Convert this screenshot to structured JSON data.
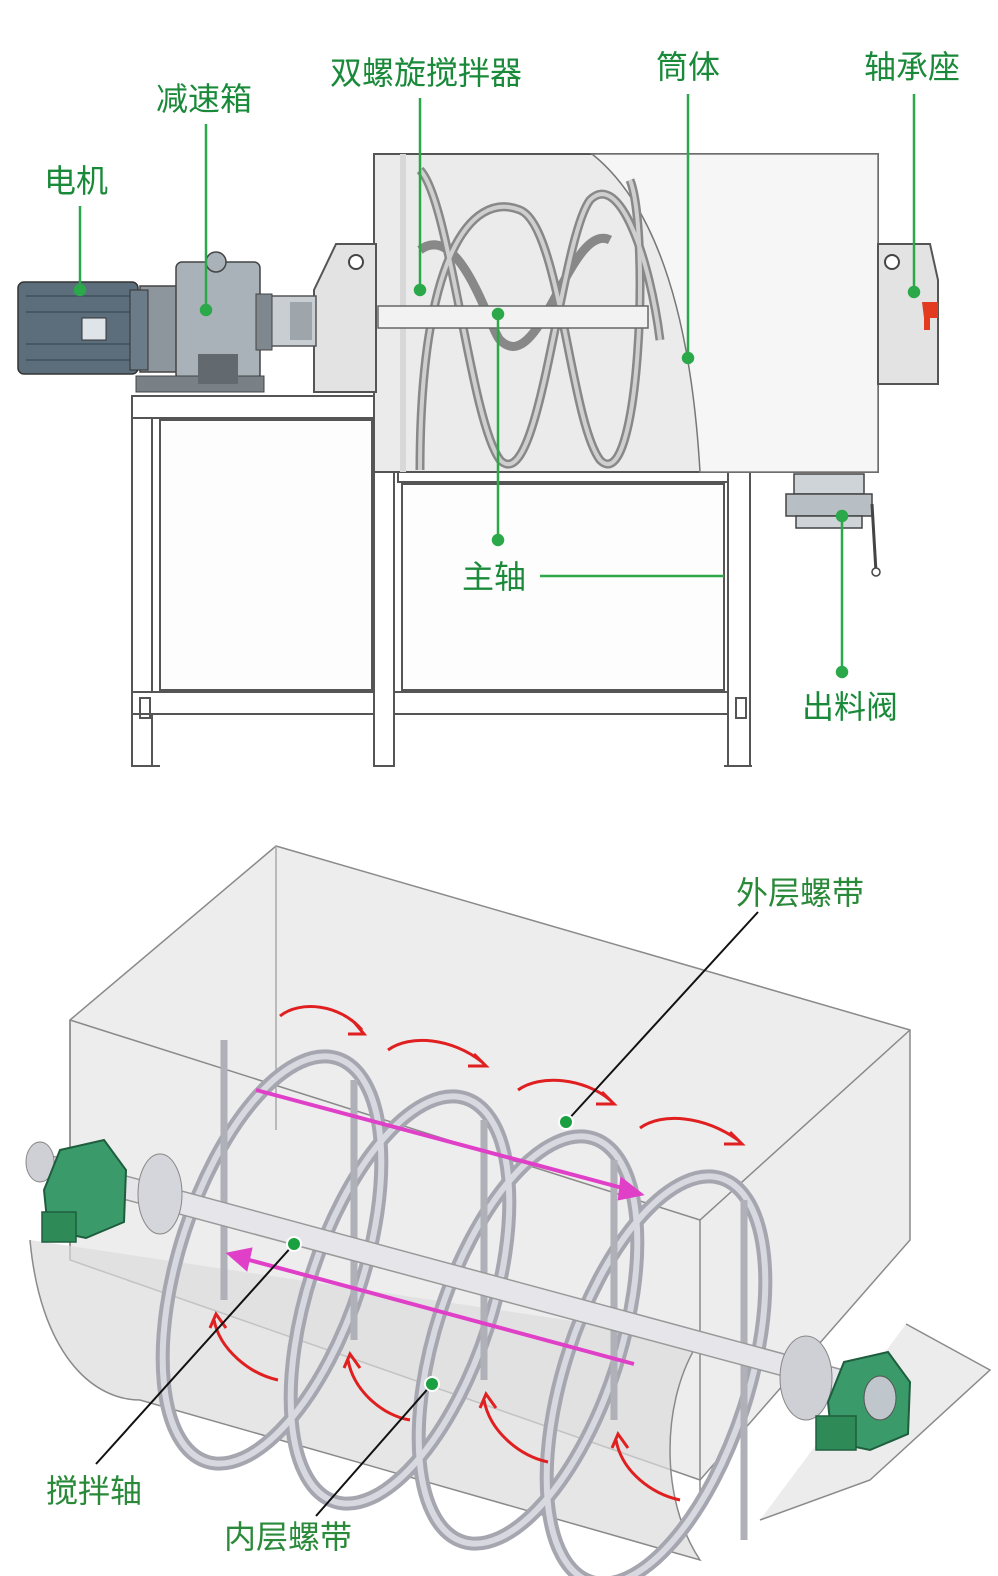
{
  "top_diagram": {
    "labels": {
      "motor": "电机",
      "gearbox": "减速箱",
      "double_ribbon_agitator": "双螺旋搅拌器",
      "barrel": "筒体",
      "bearing_seat": "轴承座",
      "main_shaft": "主轴",
      "discharge_valve": "出料阀"
    }
  },
  "bottom_diagram": {
    "labels": {
      "outer_ribbon": "外层螺带",
      "stirring_shaft": "搅拌轴",
      "inner_ribbon": "内层螺带"
    }
  },
  "colors": {
    "label_green": "#1a8a3a",
    "leader_green": "#2aa84a",
    "flow_red": "#e02020",
    "flow_magenta": "#e040c8",
    "bearing_green": "#2e8b57"
  }
}
